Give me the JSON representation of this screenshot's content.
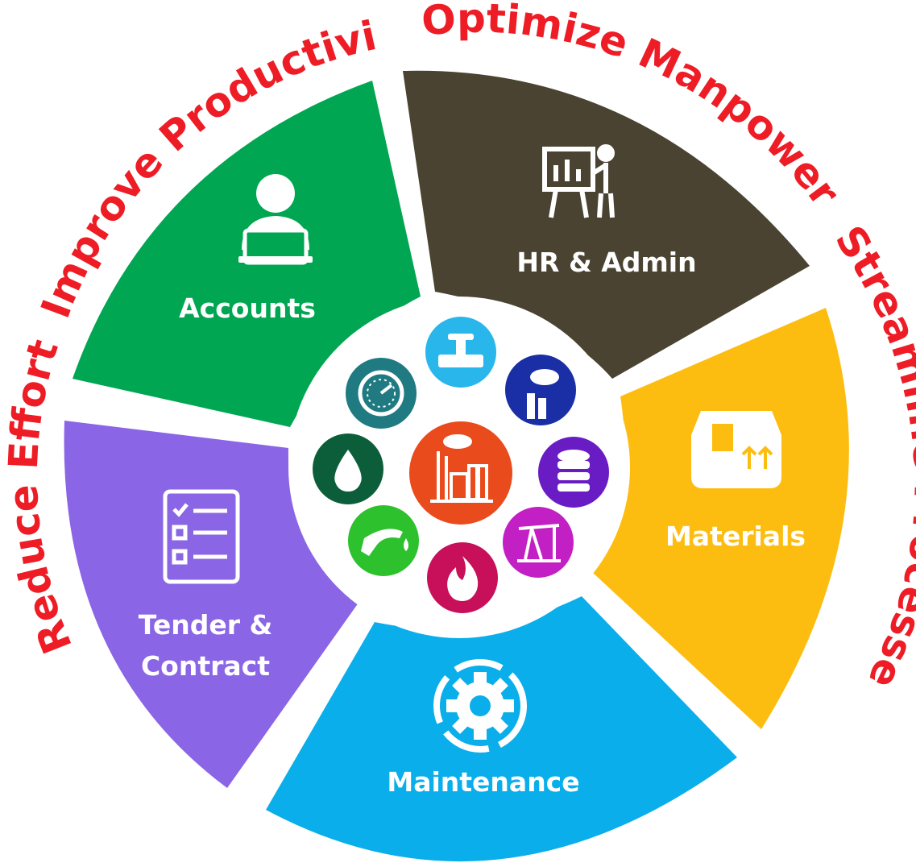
{
  "segments": [
    {
      "id": "accounts",
      "label": "Accounts",
      "color": "#00a651",
      "icon": "user-laptop-icon"
    },
    {
      "id": "hr-admin",
      "label": "HR & Admin",
      "color": "#4a4331",
      "icon": "presentation-icon"
    },
    {
      "id": "materials",
      "label": "Materials",
      "color": "#fdbd10",
      "icon": "box-icon"
    },
    {
      "id": "maintenance",
      "label": "Maintenance",
      "color": "#0aaeea",
      "icon": "gear-icon"
    },
    {
      "id": "tender-contract",
      "label_line1": "Tender &",
      "label_line2": "Contract",
      "color": "#8a65e6",
      "icon": "checklist-icon"
    }
  ],
  "outer_labels": {
    "improve": "Improve Productivity",
    "optimize": "Optimize Manpower",
    "streamline": "Streamline Processes",
    "reduce": "Reduce Effort"
  },
  "hub": {
    "center": {
      "icon": "factory-icon",
      "color": "#e94b1c"
    },
    "ring": [
      {
        "icon": "valve-icon",
        "color": "#29b6ea"
      },
      {
        "icon": "chimney-smoke-icon",
        "color": "#1a2ea6"
      },
      {
        "icon": "database-icon",
        "color": "#6a1cc4"
      },
      {
        "icon": "oil-pump-icon",
        "color": "#c21fc4"
      },
      {
        "icon": "fire-icon",
        "color": "#c8105a"
      },
      {
        "icon": "fuel-nozzle-icon",
        "color": "#2ec12e"
      },
      {
        "icon": "oil-drop-icon",
        "color": "#0c5e3a"
      },
      {
        "icon": "gauge-icon",
        "color": "#1f7a82"
      }
    ]
  },
  "colors": {
    "accent_text": "#ee1c25",
    "label_text": "#ffffff"
  }
}
